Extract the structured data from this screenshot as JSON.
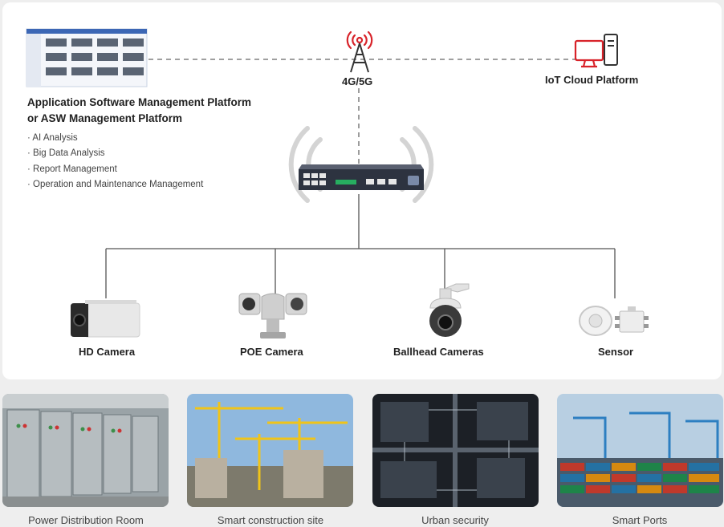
{
  "tower": {
    "label": "4G/5G"
  },
  "cloud": {
    "label": "IoT Cloud Platform"
  },
  "platform": {
    "title_line1": "Application Software Management Platform",
    "title_line2": "or ASW Management Platform",
    "features": [
      "· AI Analysis",
      "· Big Data Analysis",
      "· Report Management",
      "· Operation and Maintenance Management"
    ]
  },
  "devices": [
    "HD Camera",
    "POE Camera",
    "Ballhead Cameras",
    "Sensor"
  ],
  "scenes": [
    "Power Distribution Room",
    "Smart construction site",
    "Urban security",
    "Smart Ports"
  ],
  "colors": {
    "accent": "#d8232a",
    "text": "#222222",
    "line": "#555555"
  }
}
